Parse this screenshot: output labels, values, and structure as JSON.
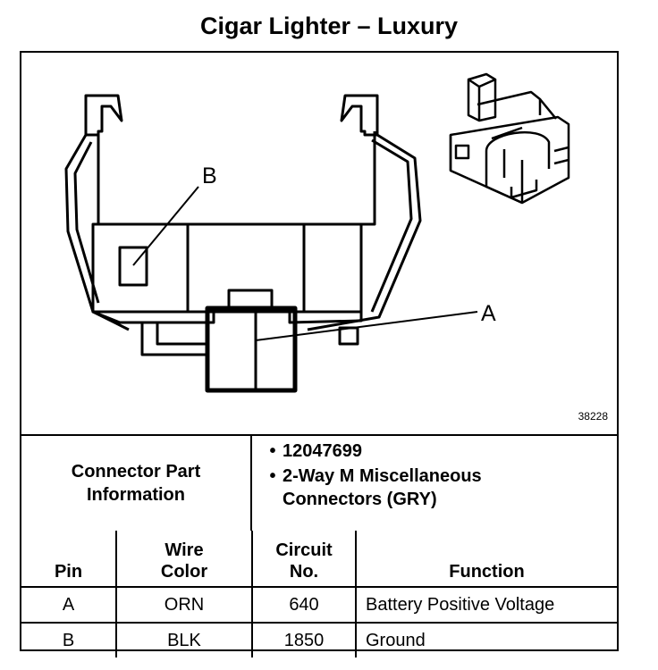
{
  "title": "Cigar Lighter – Luxury",
  "diagram": {
    "figure_number": "38228",
    "callouts": {
      "a": "A",
      "b": "B"
    }
  },
  "connector_info": {
    "label_line1": "Connector Part",
    "label_line2": "Information",
    "bullet_char": "•",
    "items": [
      {
        "line1": "12047699",
        "line2": ""
      },
      {
        "line1": "2-Way M Miscellaneous",
        "line2": "Connectors (GRY)"
      }
    ]
  },
  "pin_table": {
    "headers": {
      "pin": "Pin",
      "wire_color_1": "Wire",
      "wire_color_2": "Color",
      "circuit_1": "Circuit",
      "circuit_2": "No.",
      "function": "Function"
    },
    "rows": [
      {
        "pin": "A",
        "wire_color": "ORN",
        "circuit": "640",
        "function": "Battery Positive Voltage"
      },
      {
        "pin": "B",
        "wire_color": "BLK",
        "circuit": "1850",
        "function": "Ground"
      }
    ]
  }
}
